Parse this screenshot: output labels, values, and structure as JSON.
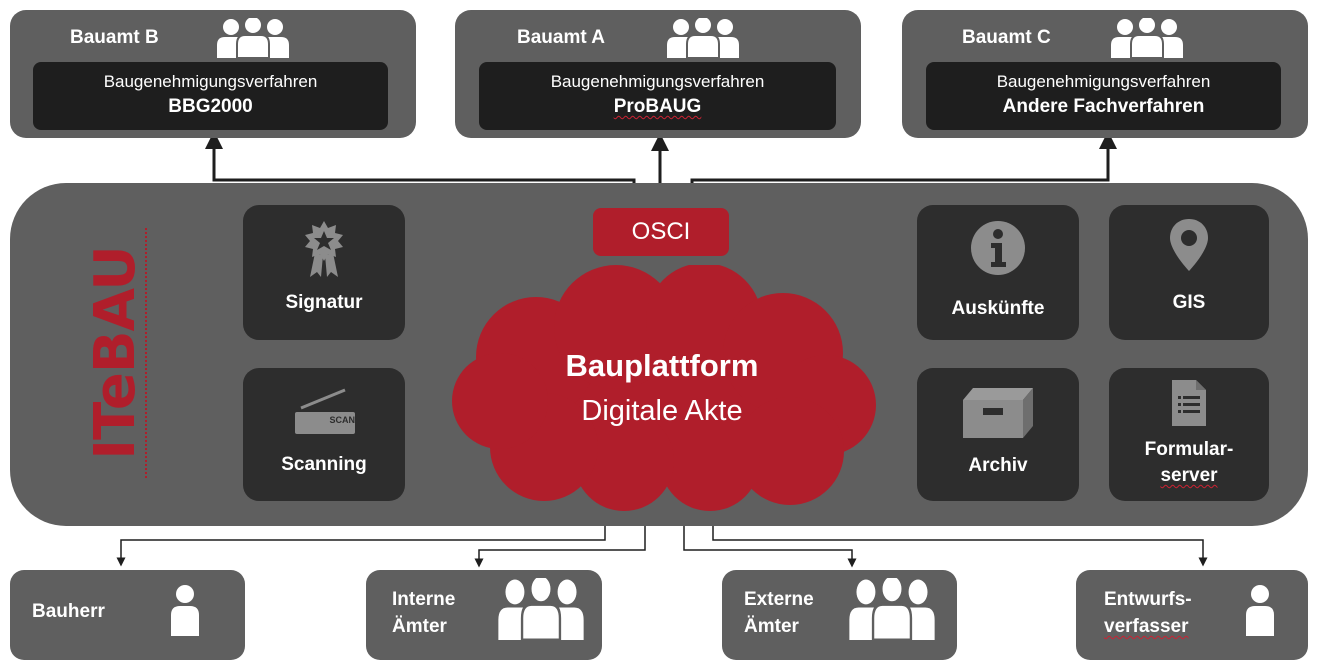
{
  "top_offices": [
    {
      "name": "Bauamt B",
      "proc_label": "Baugenehmigungsverfahren",
      "system": "BBG2000"
    },
    {
      "name": "Bauamt A",
      "proc_label": "Baugenehmigungsverfahren",
      "system": "ProBAUG"
    },
    {
      "name": "Bauamt C",
      "proc_label": "Baugenehmigungsverfahren",
      "system": "Andere Fachverfahren"
    }
  ],
  "platform": {
    "brand": "ITeBAU",
    "osci": "OSCI",
    "cloud_line1": "Bauplattform",
    "cloud_line2": "Digitale Akte"
  },
  "services": {
    "signatur": {
      "label": "Signatur",
      "icon": "award-icon"
    },
    "scanning": {
      "label": "Scanning",
      "icon": "scanner-icon",
      "icon_text": "SCAN"
    },
    "auskuenfte": {
      "label": "Auskünfte",
      "icon": "info-icon"
    },
    "gis": {
      "label": "GIS",
      "icon": "map-pin-icon"
    },
    "archiv": {
      "label": "Archiv",
      "icon": "archive-box-icon"
    },
    "formular": {
      "line1": "Formular-",
      "line2": "server",
      "icon": "document-icon"
    }
  },
  "bottom_actors": [
    {
      "line1": "Bauherr",
      "line2": "",
      "icon": "person-icon"
    },
    {
      "line1": "Interne",
      "line2": "Ämter",
      "icon": "people-group-icon"
    },
    {
      "line1": "Externe",
      "line2": "Ämter",
      "icon": "people-group-icon"
    },
    {
      "line1": "Entwurfs-",
      "line2": "verfasser",
      "icon": "person-icon"
    }
  ],
  "colors": {
    "panel": "#5f5f5f",
    "dark": "#1e1e1e",
    "service": "#2d2d2d",
    "accent": "#b01e2b"
  }
}
